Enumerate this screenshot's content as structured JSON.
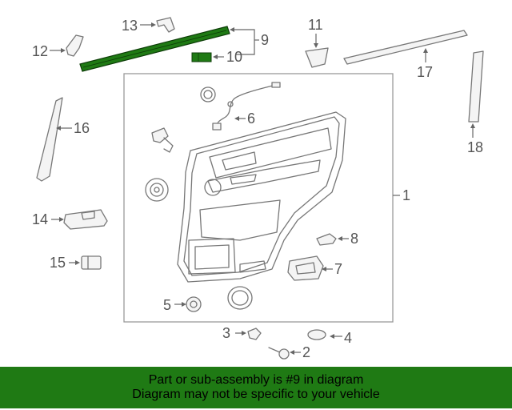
{
  "diagram": {
    "callouts": {
      "c1": "1",
      "c2": "2",
      "c3": "3",
      "c4": "4",
      "c5": "5",
      "c6": "6",
      "c7": "7",
      "c8": "8",
      "c9": "9",
      "c10": "10",
      "c11": "11",
      "c12": "12",
      "c13": "13",
      "c14": "14",
      "c15": "15",
      "c16": "16",
      "c17": "17",
      "c18": "18"
    },
    "colors": {
      "highlight": "#1f7a14",
      "linework": "#777777"
    }
  },
  "banner": {
    "line1": "Part or sub-assembly is #9 in diagram",
    "line2": "Diagram may not be specific to your vehicle"
  }
}
